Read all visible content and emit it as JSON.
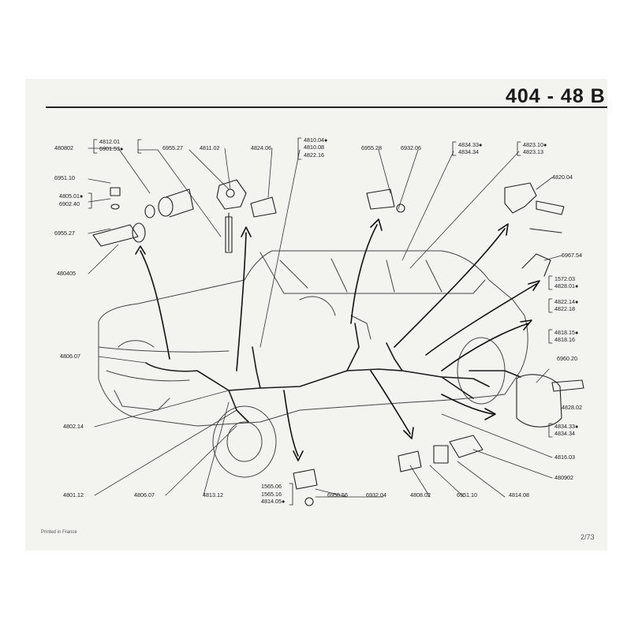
{
  "header": {
    "title": "404 - 48 B"
  },
  "labels": {
    "l480802": "480802",
    "l4812": "4812.01",
    "l6901": "6901.53●",
    "l695527a": "6955.27",
    "l481102": "4811.02",
    "l482406": "4824.06",
    "l481004": "4810.04●",
    "l481008": "4810.08",
    "l482216": "4822.16",
    "l695528": "6955.28",
    "l693206": "6932.06",
    "l483433a": "4834.33●",
    "l483434a": "4834.34",
    "l482310": "4823.10●",
    "l482313": "4823.13",
    "l695110a": "6951.10",
    "l480501": "4805.01●",
    "l690240": "6902.40",
    "l695527b": "6955.27",
    "l480405": "480405",
    "l482004": "4820.04",
    "l696754": "6967.54",
    "l157203": "1572.03",
    "l482801": "4828.01●",
    "l482214": "4822.14●",
    "l482218": "4822.18",
    "l481815": "4818.15●",
    "l481816": "4818.16",
    "l480607a": "4806.07",
    "l696020": "6960.20",
    "l482802": "4828.02",
    "l483433b": "4834.33●",
    "l483434b": "4834.34",
    "l480214": "4802.14",
    "l481603": "4816.03",
    "l480902": "480902",
    "l480112": "4801.12",
    "l480607b": "4806.07",
    "l481312": "4813.12",
    "l156506": "1565.06",
    "l156516": "1565.16",
    "l481405": "4814.05●",
    "l695856": "6958.56",
    "l693204": "6932.04",
    "l480802b": "4808.02",
    "l695110b": "6951.10",
    "l481408": "4814.08"
  },
  "footer": {
    "printed": "Printed in France",
    "page": "2/73"
  }
}
